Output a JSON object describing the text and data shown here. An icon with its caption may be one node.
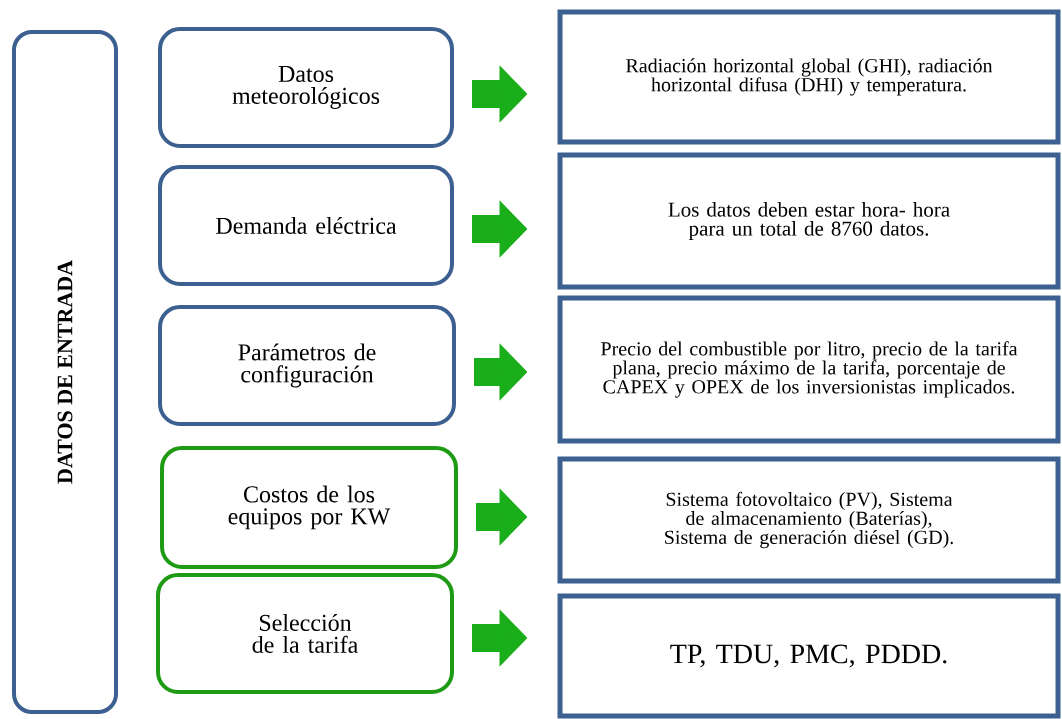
{
  "diagram": {
    "nodes": [
      {
        "text": [
          "DATOS DE ENTRADA"
        ]
      },
      {
        "text": [
          "Datos meteorológicos"
        ]
      },
      {
        "text": [
          "Demanda eléctrica"
        ]
      },
      {
        "text": [
          "Parámetros de configuración"
        ]
      },
      {
        "text": [
          "Costos de los equipos por KW"
        ]
      },
      {
        "text": [
          "Selección de la tarifa"
        ]
      },
      {
        "text": [
          "Radiación horizontal global (GHI), radiación horizontal difusa (DHI) y temperatura."
        ]
      },
      {
        "text": [
          "Los datos deben estar hora- hora para un total de 8760 datos."
        ]
      },
      {
        "text": [
          "Precio del combustible por litro, precio de la tarifa plana, precio máximo de la tarifa, porcentaje de CAPEX y OPEX de los inversionistas implicados."
        ]
      },
      {
        "text": [
          "Sistema fotovoltaico (PV), Sistema de almacenamiento (Baterías), Sistema de generación diésel (GD)."
        ]
      },
      {
        "text": [
          "TP, TDU, PMC, PDDD."
        ]
      }
    ],
    "edges": [
      {
        "from": 1,
        "to": 6,
        "arrow": "to"
      },
      {
        "from": 2,
        "to": 7,
        "arrow": "to"
      },
      {
        "from": 3,
        "to": 8,
        "arrow": "to"
      },
      {
        "from": 4,
        "to": 9,
        "arrow": "to"
      },
      {
        "from": 5,
        "to": 10,
        "arrow": "to"
      }
    ]
  }
}
